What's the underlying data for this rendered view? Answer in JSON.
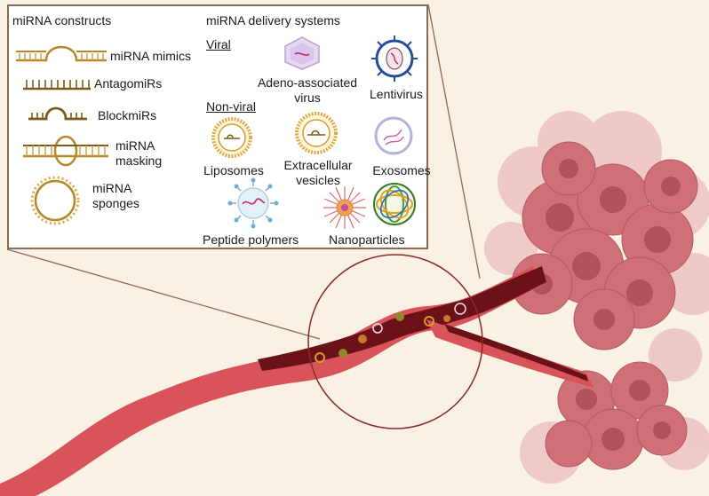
{
  "constructs": {
    "heading": "miRNA constructs",
    "mimics": "miRNA mimics",
    "antagomirs": "AntagomiRs",
    "blockmirs": "BlockmiRs",
    "masking_1": "miRNA",
    "masking_2": "masking",
    "sponges_1": "miRNA",
    "sponges_2": "sponges"
  },
  "delivery": {
    "heading": "miRNA delivery systems",
    "viral": "Viral",
    "aav_1": "Adeno-associated",
    "aav_2": "virus",
    "lentivirus": "Lentivirus",
    "nonviral": "Non-viral",
    "liposomes": "Liposomes",
    "ev_1": "Extracellular",
    "ev_2": "vesicles",
    "exosomes": "Exosomes",
    "peptide": "Peptide polymers",
    "nanoparticles": "Nanoparticles"
  },
  "colors": {
    "panel_border": "#8a6a55",
    "construct_gold": "#b8872a",
    "construct_brown": "#7a5a16",
    "vessel": "#d9545a",
    "vessel_dark": "#5a1014",
    "tumor": "#c96a72",
    "background": "#f9f1e4"
  }
}
